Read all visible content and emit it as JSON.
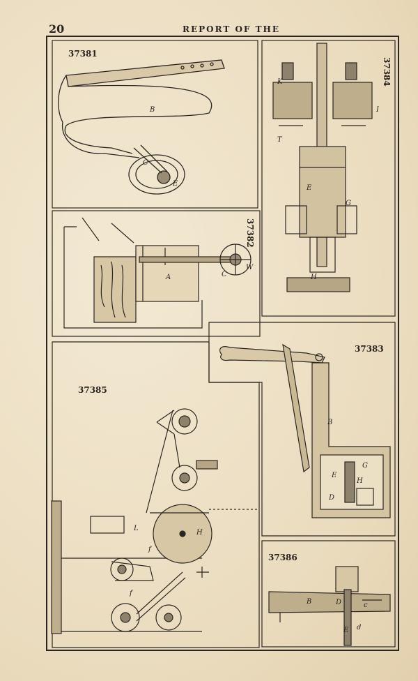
{
  "header": {
    "page_number": "20",
    "running_title": "REPORT OF THE"
  },
  "figures": {
    "fig1": {
      "number": "37381",
      "labels": [
        "B",
        "C",
        "E"
      ]
    },
    "fig2": {
      "number": "37382",
      "labels": [
        "A",
        "C",
        "W"
      ]
    },
    "fig3": {
      "number": "37383",
      "labels": [
        "B",
        "E",
        "G",
        "H",
        "D"
      ]
    },
    "fig4": {
      "number": "37384",
      "labels": [
        "K",
        "E",
        "G",
        "H",
        "I",
        "T"
      ]
    },
    "fig5": {
      "number": "37385",
      "labels": [
        "L",
        "H",
        "f",
        "f"
      ]
    },
    "fig6": {
      "number": "37386",
      "labels": [
        "B",
        "D",
        "c",
        "E",
        "d"
      ]
    }
  }
}
